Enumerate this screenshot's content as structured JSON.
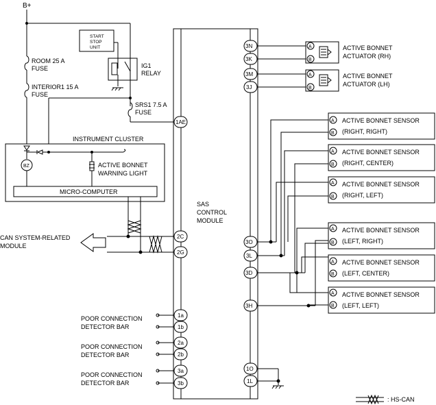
{
  "power": {
    "label": "B+"
  },
  "fuses": {
    "room": [
      "ROOM 25 A",
      "FUSE"
    ],
    "interior": [
      "INTERIOR1 15 A",
      "FUSE"
    ],
    "srs": [
      "SRS1 7.5 A",
      "FUSE"
    ]
  },
  "start_stop": [
    "START",
    "STOP",
    "UNIT"
  ],
  "ig1_relay": [
    "IG1",
    "RELAY"
  ],
  "instrument_cluster": {
    "title": "INSTRUMENT CLUSTER",
    "buzzer": "BZ",
    "warning_light": [
      "ACTIVE BONNET",
      "WARNING LIGHT"
    ],
    "micro_computer": "MICRO-COMPUTER"
  },
  "can_module": [
    "CAN SYSTEM-RELATED",
    "MODULE"
  ],
  "sas": {
    "name": [
      "SAS",
      "CONTROL",
      "MODULE"
    ],
    "left_terminals": [
      "1AE",
      "2C",
      "2G",
      "1a",
      "1b",
      "2a",
      "2b",
      "3a",
      "3b"
    ],
    "right_terminals": [
      "3N",
      "3K",
      "3M",
      "3J",
      "3O",
      "3L",
      "3D",
      "3H",
      "1O",
      "1L"
    ]
  },
  "detector_bars": [
    [
      "POOR CONNECTION",
      "DETECTOR BAR"
    ],
    [
      "POOR CONNECTION",
      "DETECTOR BAR"
    ],
    [
      "POOR CONNECTION",
      "DETECTOR BAR"
    ]
  ],
  "actuators": [
    [
      "ACTIVE BONNET",
      "ACTUATOR (RH)"
    ],
    [
      "ACTIVE BONNET",
      "ACTUATOR (LH)"
    ]
  ],
  "sensors": [
    [
      "ACTIVE BONNET SENSOR",
      "(RIGHT, RIGHT)"
    ],
    [
      "ACTIVE BONNET SENSOR",
      "(RIGHT, CENTER)"
    ],
    [
      "ACTIVE BONNET SENSOR",
      "(RIGHT, LEFT)"
    ],
    [
      "ACTIVE BONNET SENSOR",
      "(LEFT, RIGHT)"
    ],
    [
      "ACTIVE BONNET SENSOR",
      "(LEFT, CENTER)"
    ],
    [
      "ACTIVE BONNET SENSOR",
      "(LEFT, LEFT)"
    ]
  ],
  "pin_labels": {
    "a": "A",
    "b": "B"
  },
  "legend": {
    "label": ": HS-CAN"
  }
}
